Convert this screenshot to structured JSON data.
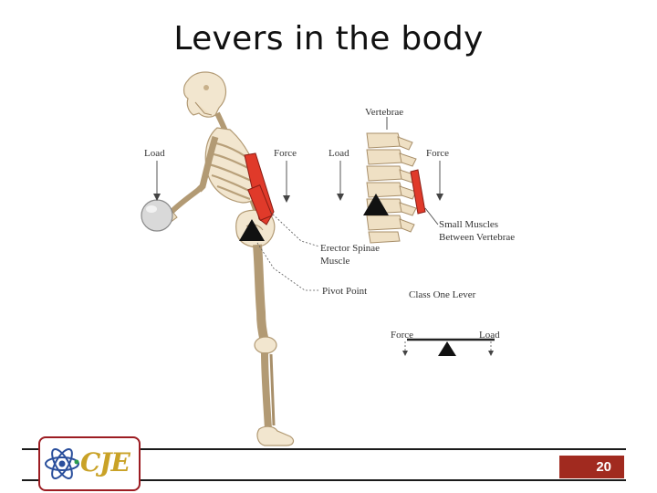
{
  "slide": {
    "title": "Levers in the body",
    "page_number": "20"
  },
  "figure": {
    "body_labels": {
      "load": "Load",
      "force": "Force",
      "erector_line1": "Erector Spinae",
      "erector_line2": "Muscle",
      "pivot_point": "Pivot Point"
    },
    "spine_labels": {
      "vertebrae": "Vertebrae",
      "load": "Load",
      "force": "Force",
      "small_muscles_line1": "Small Muscles",
      "small_muscles_line2": "Between Vertebrae"
    },
    "lever_labels": {
      "class_one_lever": "Class One Lever",
      "force": "Force",
      "load": "Load"
    }
  },
  "logo": {
    "text": "CJE"
  },
  "colors": {
    "muscle": "#e03a2a",
    "pivot": "#111111",
    "logo_border": "#9c1c22",
    "logo_text": "#c9a227",
    "page_badge": "#a12a1f"
  }
}
